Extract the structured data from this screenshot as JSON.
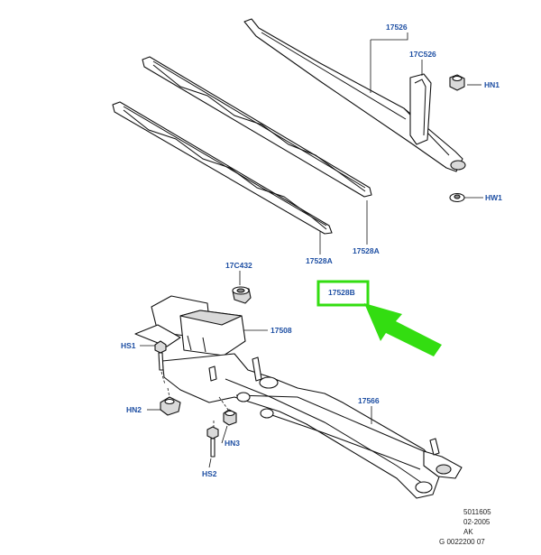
{
  "callouts": {
    "arm_17526": "17526",
    "cap_17c526": "17C526",
    "nut_hn1": "HN1",
    "washer_hw1": "HW1",
    "blade_17528a_left": "17528A",
    "blade_17528a_right": "17528A",
    "highlight_17528b": "17528B",
    "bushing_17c432": "17C432",
    "motor_17508": "17508",
    "bolt_hs1": "HS1",
    "nut_hn2": "HN2",
    "linkage_17566": "17566",
    "nut_hn3": "HN3",
    "bolt_hs2": "HS2"
  },
  "footer": {
    "line1": "5011605",
    "line2": "02-2005",
    "line3": "AK",
    "line4": "G 0022200 07"
  },
  "colors": {
    "highlight": "#33dd11",
    "arrow": "#33dd11",
    "callout_text": "#1e4fa3"
  }
}
